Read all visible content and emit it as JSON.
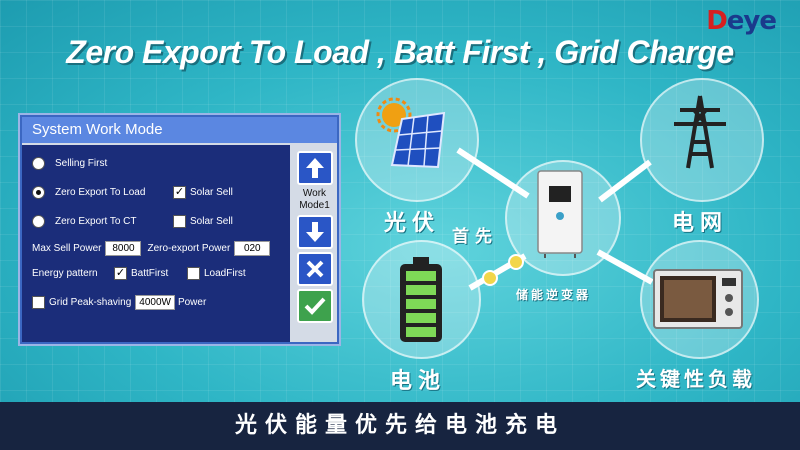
{
  "brand": {
    "logo_d": "D",
    "logo_rest": "eye"
  },
  "headline": "Zero Export To Load , Batt First , Grid Charge",
  "panel": {
    "title": "System Work Mode",
    "selling_first": "Selling First",
    "zero_export_load": "Zero Export To Load",
    "zero_export_ct": "Zero Export To CT",
    "solar_sell": "Solar Sell",
    "max_sell_label": "Max Sell Power",
    "max_sell_value": "8000",
    "zero_export_label": "Zero-export Power",
    "zero_export_value": "020",
    "energy_pattern_label": "Energy pattern",
    "batt_first": "BattFirst",
    "load_first": "LoadFirst",
    "grid_peak_label": "Grid Peak-shaving",
    "grid_peak_value": "4000W",
    "power_unit": "Power",
    "work_mode_line1": "Work",
    "work_mode_line2": "Mode1"
  },
  "diagram": {
    "pv_label": "光伏",
    "priority_label": "首先",
    "grid_label": "电网",
    "inverter_label": "储能逆变器",
    "battery_label": "电池",
    "load_label": "关键性负载"
  },
  "footer": "光伏能量优先给电池充电",
  "colors": {
    "panel_bg": "#1b2d7a",
    "title_bar": "#5b87e1",
    "button_blue": "#2a56c6",
    "button_green": "#3ea24d"
  }
}
